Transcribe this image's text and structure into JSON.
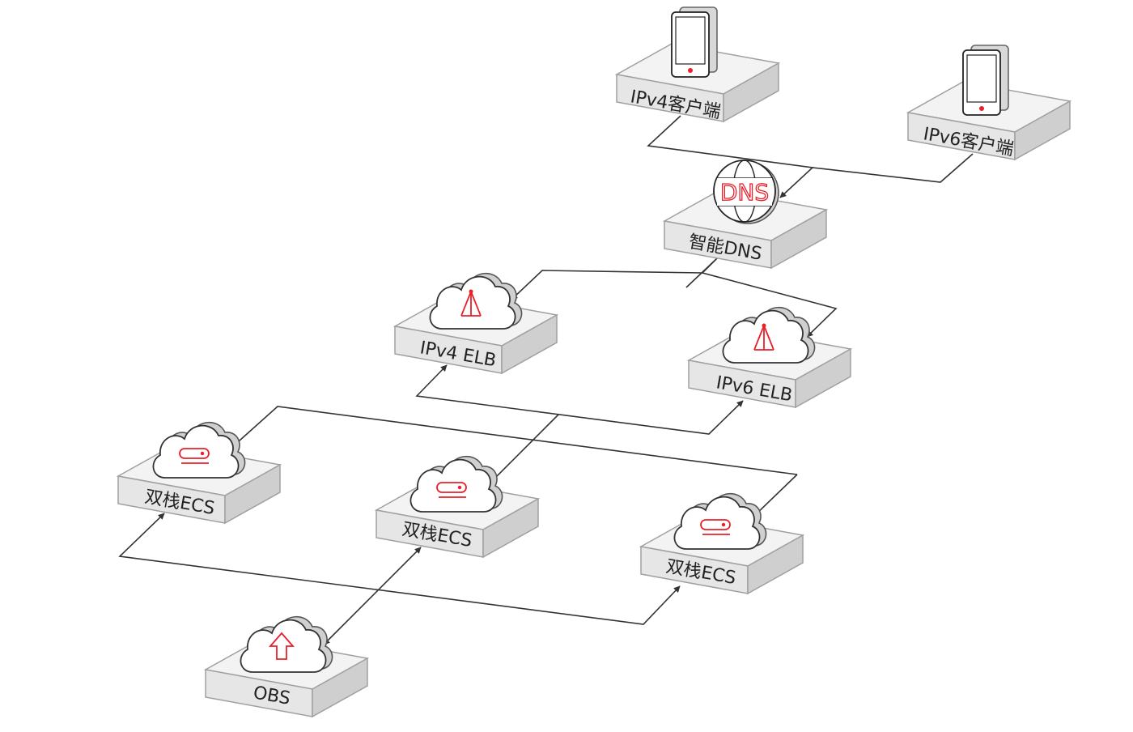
{
  "nodes": {
    "ipv4_client": {
      "label": "IPv4客户端",
      "icon": "phone-icon"
    },
    "ipv6_client": {
      "label": "IPv6客户端",
      "icon": "phone-icon"
    },
    "smart_dns": {
      "label": "智能DNS",
      "icon": "dns-globe-icon",
      "icon_text": "DNS"
    },
    "ipv4_elb": {
      "label": "IPv4 ELB",
      "icon": "load-balancer-cloud-icon"
    },
    "ipv6_elb": {
      "label": "IPv6 ELB",
      "icon": "load-balancer-cloud-icon"
    },
    "ecs_1": {
      "label": "双栈ECS",
      "icon": "server-cloud-icon"
    },
    "ecs_2": {
      "label": "双栈ECS",
      "icon": "server-cloud-icon"
    },
    "ecs_3": {
      "label": "双栈ECS",
      "icon": "server-cloud-icon"
    },
    "obs": {
      "label": "OBS",
      "icon": "upload-cloud-icon"
    }
  },
  "colors": {
    "accent": "#e8202a",
    "line": "#333333",
    "block_top": "#f3f3f3",
    "block_front": "#e6e6e6",
    "block_side": "#cfcfcf"
  }
}
